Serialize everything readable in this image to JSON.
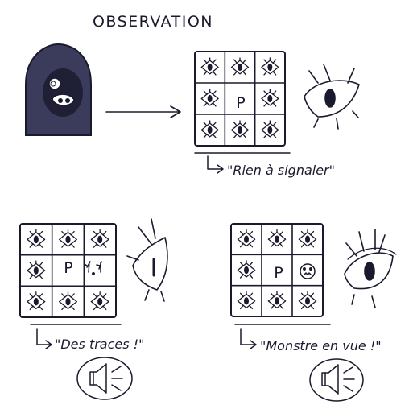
{
  "title": "OBSERVATION",
  "panels": {
    "top": {
      "center_letter": "P",
      "caption": "\"Rien à signaler\""
    },
    "bottom_left": {
      "center_letter": "P",
      "caption": "\"Des traces !\""
    },
    "bottom_right": {
      "center_letter": "P",
      "caption": "\"Monstre en vue !\""
    }
  },
  "colors": {
    "ink": "#1a1a2e",
    "hood": "#3b3b5c",
    "paper": "#ffffff"
  },
  "icons": [
    "hooded-figure-icon",
    "arrow-right-icon",
    "eye-icon",
    "sound-icon",
    "monster-token-icon",
    "tracks-icon"
  ]
}
